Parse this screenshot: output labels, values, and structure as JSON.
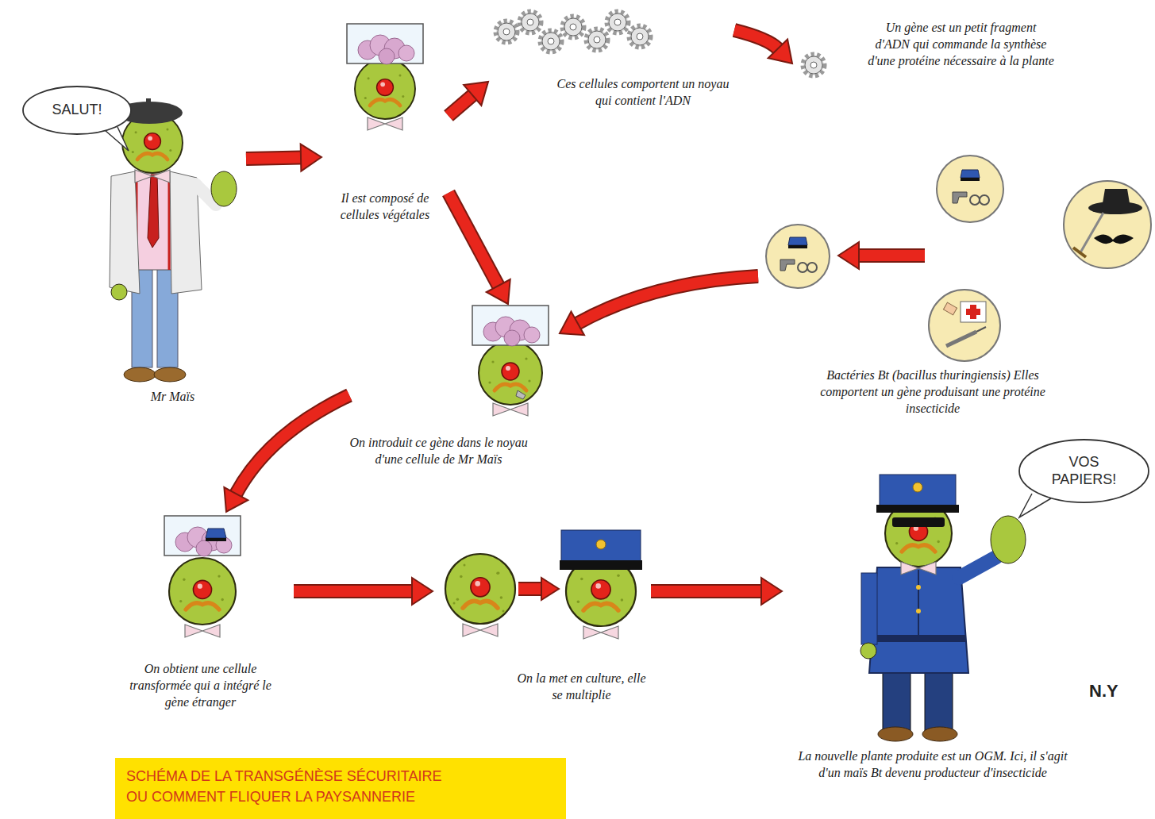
{
  "diagram": {
    "caption": "SCHÉMA DE LA TRANSGÉNÈSE SÉCURITAIRE OU COMMENT FLIQUER LA PAYSANNERIE",
    "nodes": [
      {
        "text": [
          "Mr Maïs"
        ]
      },
      {
        "text": [
          "SALUT!"
        ]
      },
      {
        "text": [
          "Il est composé de cellules végétales"
        ]
      },
      {
        "text": [
          "Ces cellules comportent un noyau qui contient l'ADN"
        ]
      },
      {
        "text": [
          "Un gène est un petit fragment d'ADN qui commande la synthèse d'une protéine nécessaire à la plante"
        ]
      },
      {
        "text": [
          "Bactéries Bt (bacillus thuringiensis) Elles comportent un gène produisant une protéine insecticide"
        ]
      },
      {
        "text": [
          "On introduit ce gène dans le noyau d'une cellule de Mr Maïs"
        ]
      },
      {
        "text": [
          "On obtient une cellule transformée qui a intégré le gène étranger"
        ]
      },
      {
        "text": [
          "On la met en culture, elle se multiplie"
        ]
      },
      {
        "text": [
          "La nouvelle plante produite est un OGM. Ici, il s'agit d'un maïs Bt devenu producteur d'insecticide"
        ]
      },
      {
        "text": [
          "VOS PAPIERS!"
        ]
      }
    ],
    "edges": [
      {
        "from": 0,
        "to": 2,
        "arrow": "to"
      },
      {
        "from": 2,
        "to": 3,
        "arrow": "to"
      },
      {
        "from": 3,
        "to": 4,
        "arrow": "to"
      },
      {
        "from": 2,
        "to": 6,
        "arrow": "to"
      },
      {
        "from": 5,
        "to": 6,
        "arrow": "to"
      },
      {
        "from": 6,
        "to": 7,
        "arrow": "to"
      },
      {
        "from": 7,
        "to": 8,
        "arrow": "to"
      },
      {
        "from": 8,
        "to": 9,
        "arrow": "to"
      }
    ],
    "labels": [
      "N.Y"
    ]
  }
}
